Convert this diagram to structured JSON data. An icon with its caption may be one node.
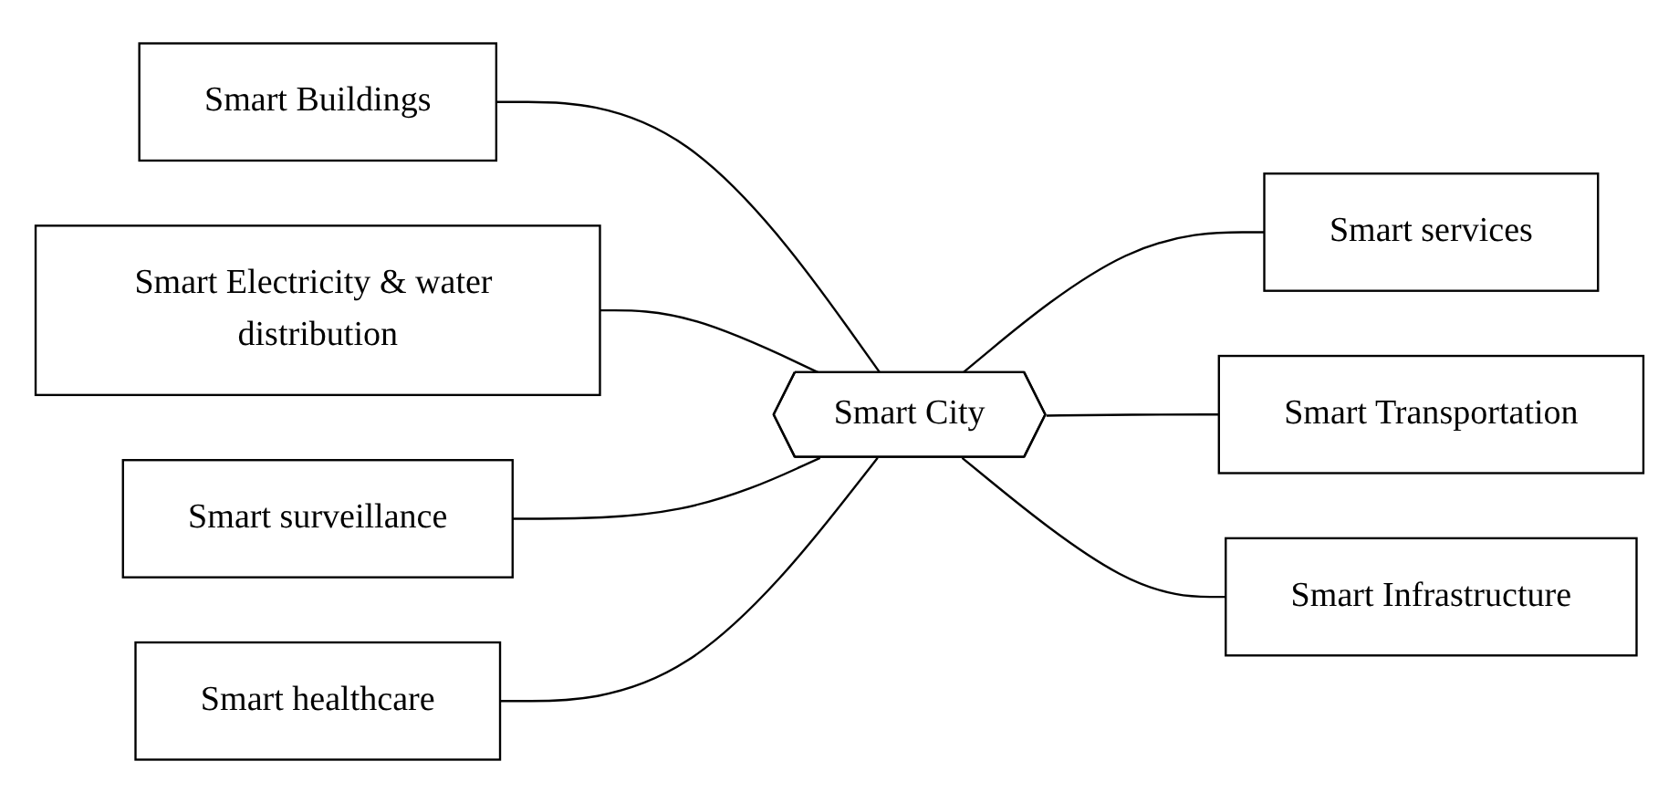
{
  "diagram": {
    "nodes": [
      {
        "text": [
          "Smart Buildings"
        ]
      },
      {
        "text": [
          "Smart services"
        ]
      },
      {
        "text": [
          "Smart Electricity & water distribution"
        ]
      },
      {
        "text": [
          "Smart City"
        ]
      },
      {
        "text": [
          "Smart Transportation"
        ]
      },
      {
        "text": [
          "Smart surveillance"
        ]
      },
      {
        "text": [
          "Smart healthcare"
        ]
      },
      {
        "text": [
          "Smart Infrastructure"
        ]
      }
    ],
    "edges": [
      {
        "from": 0,
        "to": 3,
        "arrow": "none"
      },
      {
        "from": 3,
        "to": 1,
        "arrow": "none"
      },
      {
        "from": 2,
        "to": 3,
        "arrow": "none"
      },
      {
        "from": 3,
        "to": 4,
        "arrow": "none"
      },
      {
        "from": 5,
        "to": 3,
        "arrow": "none"
      },
      {
        "from": 6,
        "to": 3,
        "arrow": "none"
      },
      {
        "from": 3,
        "to": 7,
        "arrow": "none"
      }
    ]
  }
}
